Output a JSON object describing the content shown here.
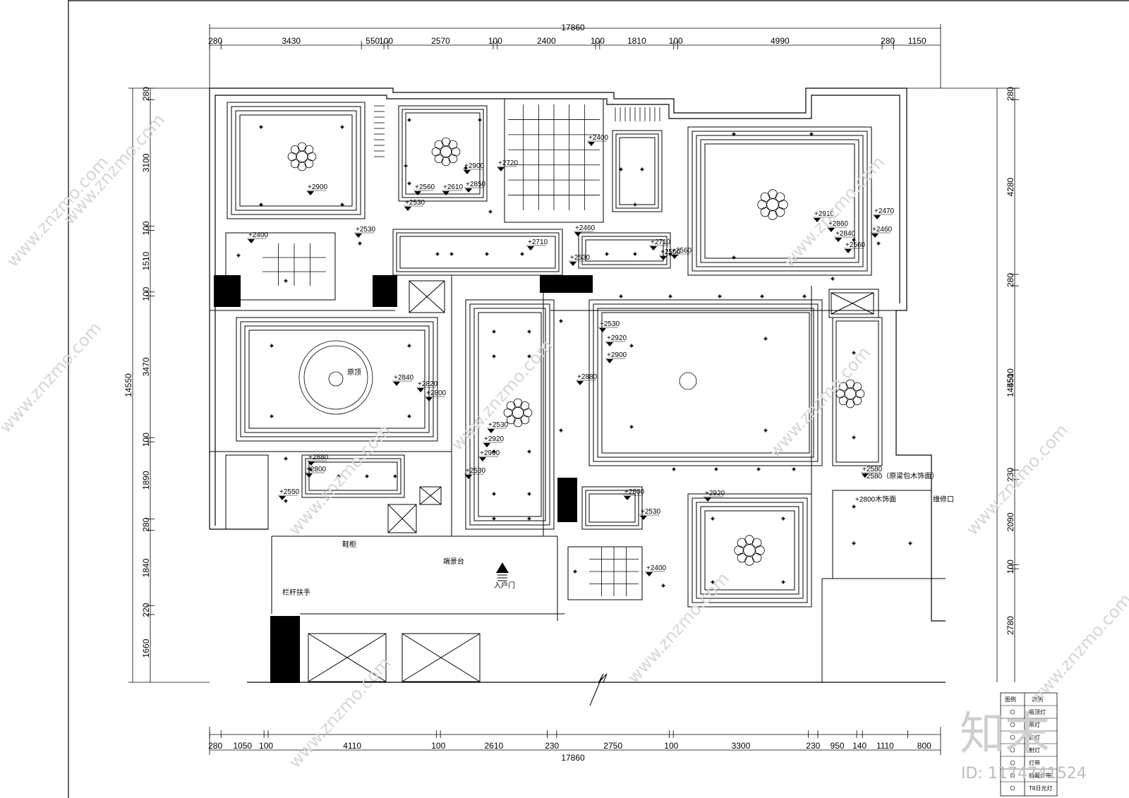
{
  "drawing": {
    "overall_dim_top": "17860",
    "overall_dim_bottom": "17860",
    "overall_dim_left": "14550",
    "overall_dim_right": "14550",
    "top_dims": [
      "280",
      "3430",
      "550",
      "100",
      "2570",
      "100",
      "2400",
      "100",
      "1810",
      "100",
      "4990",
      "280",
      "1150"
    ],
    "bottom_dims": [
      "280",
      "1050",
      "100",
      "4110",
      "100",
      "2610",
      "230",
      "2750",
      "100",
      "3300",
      "230",
      "950",
      "140",
      "1110",
      "800"
    ],
    "left_dims": [
      "280",
      "3100",
      "100",
      "1510",
      "100",
      "3470",
      "100",
      "1890",
      "280",
      "1840",
      "220",
      "1660"
    ],
    "right_dims": [
      "280",
      "4280",
      "280",
      "4510",
      "230",
      "2090",
      "100",
      "2780"
    ],
    "levels": [
      "+2900",
      "+2530",
      "+2400",
      "+2900",
      "+2720",
      "+2560",
      "+2610",
      "+2850",
      "+2530",
      "+2400",
      "+2710",
      "+2560",
      "+2460",
      "+2710",
      "+2560",
      "+2530",
      "+2910",
      "+2860",
      "+2840",
      "+2560",
      "+2470",
      "+2460",
      "+2840",
      "+2820",
      "+2800",
      "+2530",
      "+2920",
      "+2900",
      "+2880",
      "+2530",
      "+2920",
      "+2900",
      "+2880",
      "+2800",
      "+2550",
      "+2530",
      "+2800",
      "+2530",
      "+2920",
      "+2580",
      "+2400"
    ],
    "notes": {
      "orig_ceiling": "原顶",
      "beam_wood": "+2580（原梁包木饰面）",
      "wood_finish": "+2800木饰面",
      "access_port": "维修口",
      "entrance": "入户门",
      "shoe_cabinet": "鞋柜",
      "console": "端景台",
      "railing": "栏杆扶手"
    },
    "legend": {
      "header_left": "图例",
      "header_right": "说明",
      "rows": [
        "吸顶灯",
        "吊灯",
        "筒灯",
        "射灯",
        "灯带",
        "暗藏灯带",
        "T8日光灯"
      ]
    }
  },
  "watermark": {
    "site": "www.znzmo.com",
    "brand": "知末",
    "id": "ID: 1174741524"
  },
  "colors": {
    "line": "#000000",
    "watermark": "#d0d0d0"
  }
}
